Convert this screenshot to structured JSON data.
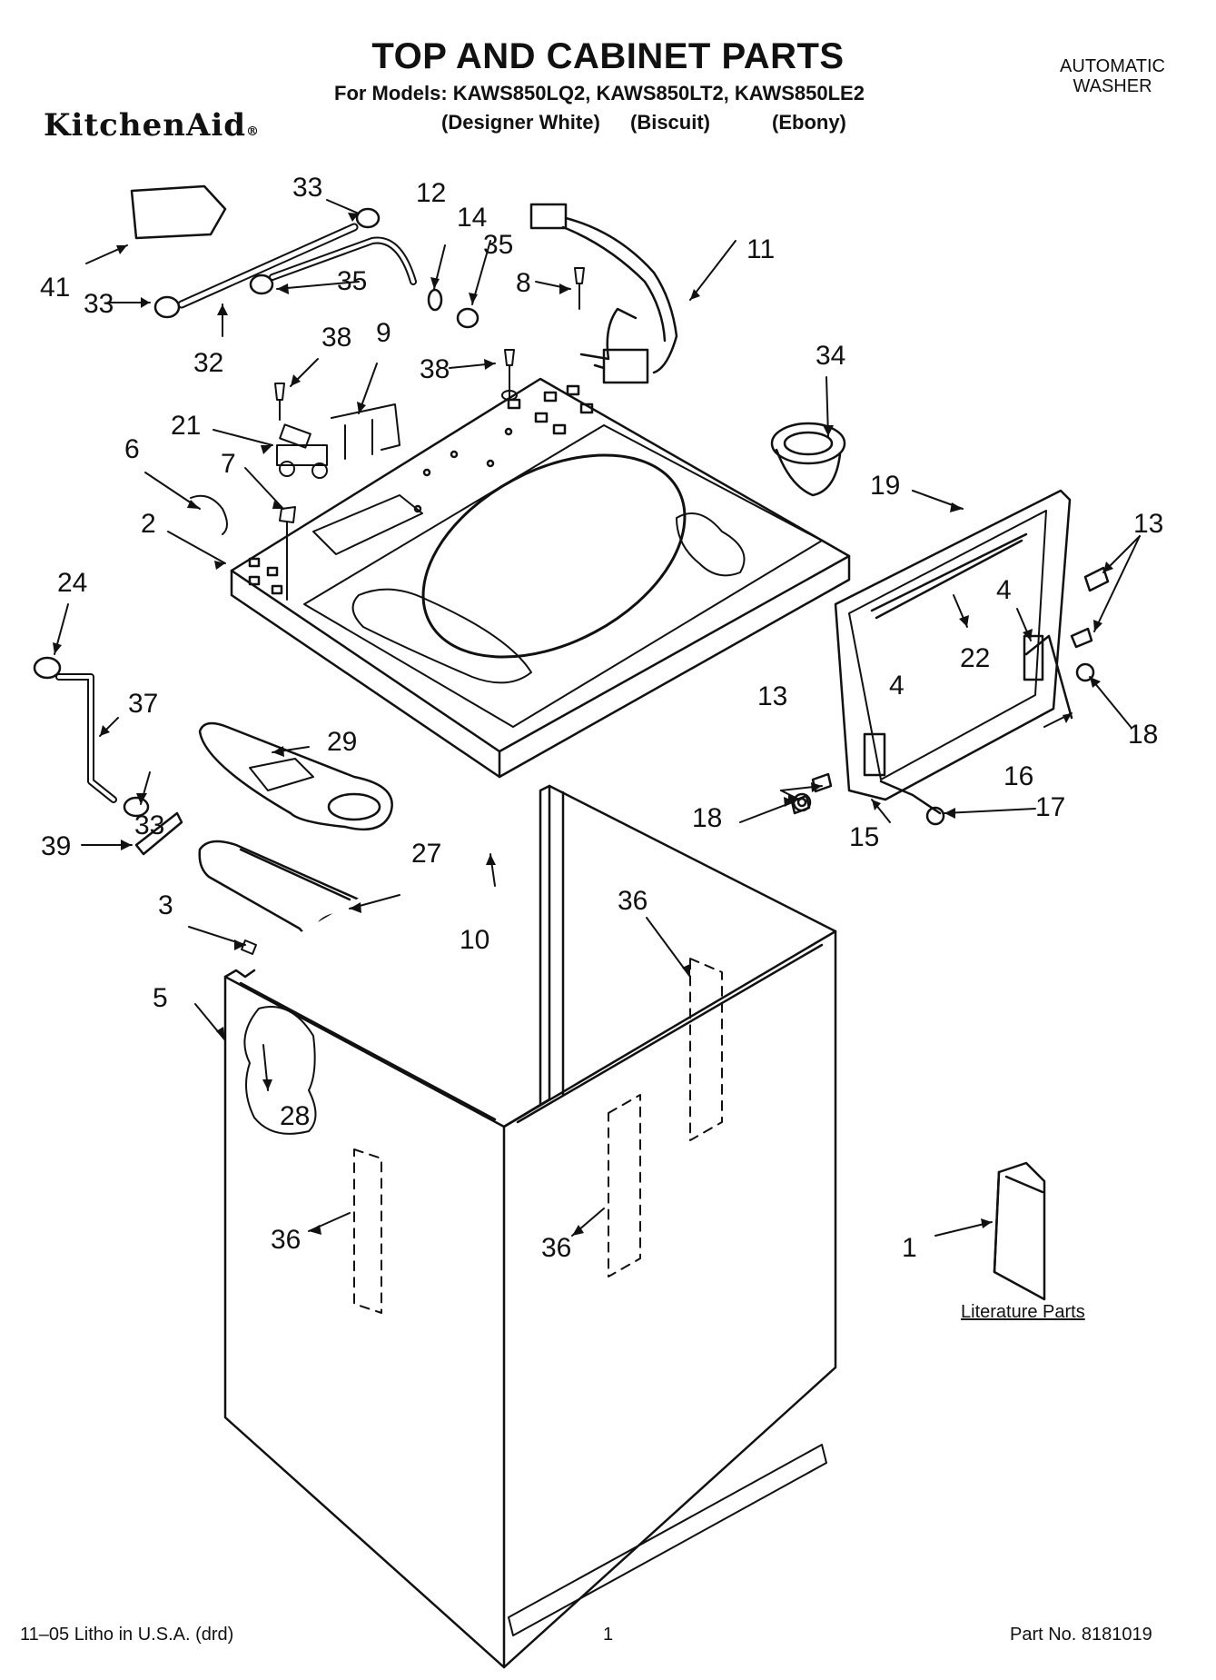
{
  "header": {
    "title": "TOP AND CABINET PARTS",
    "models": "For Models: KAWS850LQ2, KAWS850LT2, KAWS850LE2",
    "finishes": [
      "(Designer White)",
      "(Biscuit)",
      "(Ebony)"
    ],
    "brand": "KitchenAid",
    "brand_mark": "®",
    "category_line1": "AUTOMATIC",
    "category_line2": "WASHER"
  },
  "labels": {
    "l41": "41",
    "l33a": "33",
    "l33b": "33",
    "l33c": "33",
    "l12": "12",
    "l14": "14",
    "l35a": "35",
    "l35b": "35",
    "l32": "32",
    "l8": "8",
    "l11": "11",
    "l38a": "38",
    "l38b": "38",
    "l9": "9",
    "l34": "34",
    "l21": "21",
    "l6": "6",
    "l7": "7",
    "l2": "2",
    "l19": "19",
    "l13a": "13",
    "l13b": "13",
    "l4a": "4",
    "l4b": "4",
    "l22": "22",
    "l24": "24",
    "l37": "37",
    "l29": "29",
    "l18a": "18",
    "l18b": "18",
    "l16": "16",
    "l17": "17",
    "l15": "15",
    "l39": "39",
    "l27": "27",
    "l10": "10",
    "l3": "3",
    "l36a": "36",
    "l36b": "36",
    "l36c": "36",
    "l5": "5",
    "l28": "28",
    "l1": "1"
  },
  "literature": "Literature Parts",
  "footer": {
    "print_info": "11–05 Litho in U.S.A. (drd)",
    "page": "1",
    "part_no": "Part No. 8181019"
  }
}
